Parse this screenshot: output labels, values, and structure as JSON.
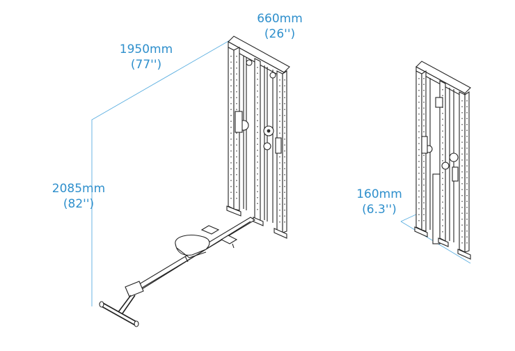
{
  "dimensions": {
    "height": {
      "metric": "2085mm",
      "imperial": "(82'')"
    },
    "depth": {
      "metric": "1950mm",
      "imperial": "(77'')"
    },
    "width": {
      "metric": "660mm",
      "imperial": "(26'')"
    },
    "folded_depth": {
      "metric": "160mm",
      "imperial": "(6.3'')"
    }
  },
  "colors": {
    "dimension_text": "#2e8fcc",
    "guide_line": "#5aaee0",
    "drawing": "#222222"
  }
}
